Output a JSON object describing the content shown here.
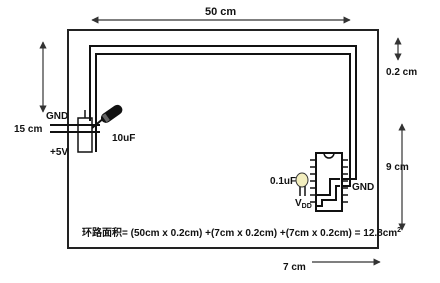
{
  "dimensions": {
    "top_width": "50 cm",
    "gap": "0.2 cm",
    "left_height": "15 cm",
    "right_height": "9 cm",
    "bottom_width": "7 cm"
  },
  "labels": {
    "gnd_left": "GND",
    "plus5v": "+5V",
    "cap_10uf": "10uF",
    "cap_01uf": "0.1uF",
    "vdd_main": "V",
    "vdd_sub": "DD",
    "gnd_right": "GND"
  },
  "formula": {
    "text": "环路面积= (50cm x 0.2cm) +(7cm x 0.2cm) +(7cm x 0.2cm) = 12.8cm",
    "superscript": "2"
  }
}
